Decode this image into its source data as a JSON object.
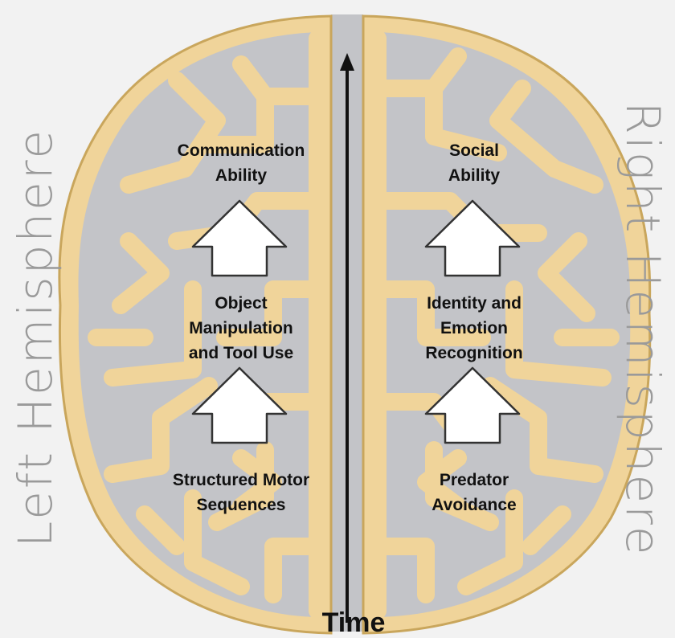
{
  "hemispheres": {
    "left": "Left Hemisphere",
    "right": "Right Hemisphere"
  },
  "time_axis": {
    "label": "Time"
  },
  "left_stages": {
    "top": [
      "Communication",
      "Ability"
    ],
    "middle": [
      "Object",
      "Manipulation",
      "and Tool Use"
    ],
    "bottom": [
      "Structured Motor",
      "Sequences"
    ]
  },
  "right_stages": {
    "top": [
      "Social",
      "Ability"
    ],
    "middle": [
      "Identity and",
      "Emotion",
      "Recognition"
    ],
    "bottom": [
      "Predator",
      "Avoidance"
    ]
  },
  "colors": {
    "background": "#f2f2f2",
    "brain_fill": "#f0d49a",
    "brain_outline": "#c9a65c",
    "sulci_fill": "#c3c4c8",
    "arrow_fill": "#ffffff",
    "text": "#111111",
    "hemisphere_label": "#9a9a9a"
  }
}
